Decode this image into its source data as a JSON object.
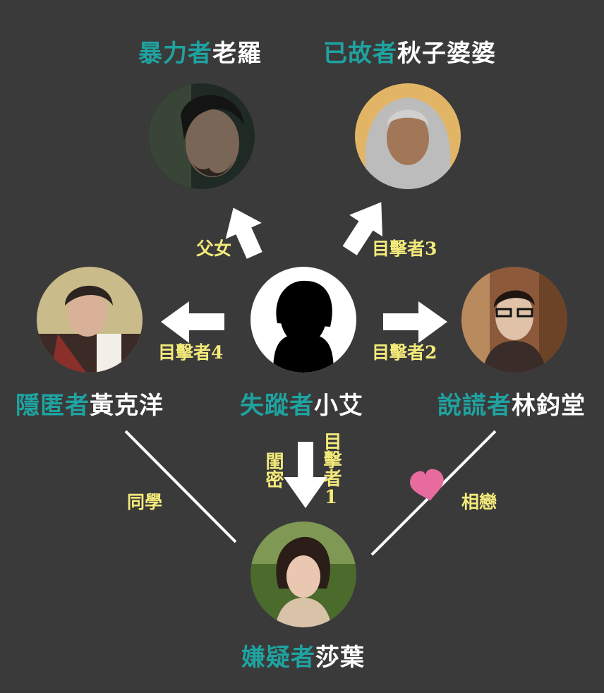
{
  "nodes": {
    "laoluo": {
      "role": "暴力者",
      "person": "老羅"
    },
    "qiuzi": {
      "role": "已故者",
      "person": "秋子婆婆"
    },
    "huang": {
      "role": "隱匿者",
      "person": "黃克洋"
    },
    "xiaoai": {
      "role": "失蹤者",
      "person": "小艾"
    },
    "lin": {
      "role": "說謊者",
      "person": "林鈞堂"
    },
    "shaye": {
      "role": "嫌疑者",
      "person": "莎葉"
    }
  },
  "relations": {
    "fuqin": "父女",
    "mujizhe3": "目擊者3",
    "mujizhe4": "目擊者4",
    "mujizhe2": "目擊者2",
    "guimi": "閨密",
    "mujizhe1": "目擊者1",
    "tongxue": "同學",
    "xianglian": "相戀"
  },
  "colors": {
    "background": "#3a3a3b",
    "role_text": "#1fa3a0",
    "name_text": "#ffffff",
    "relation_text": "#f3ea7a",
    "arrow": "#ffffff",
    "heart": "#e86ba0"
  },
  "icons": {
    "heart": "heart-icon"
  }
}
